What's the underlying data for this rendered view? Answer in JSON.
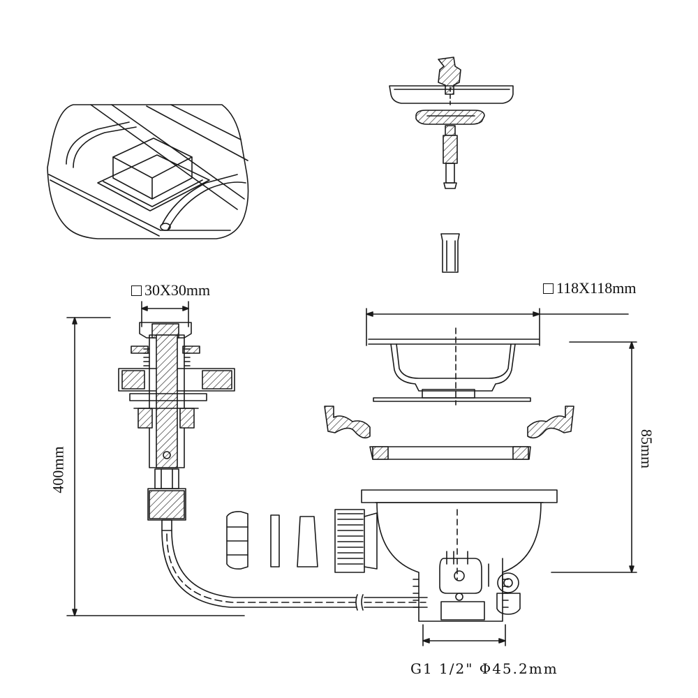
{
  "labels": {
    "knob_size": "30X30mm",
    "strainer_size": "118X118mm",
    "cable_length": "400mm",
    "body_depth": "85mm",
    "thread_spec": "G1 1/2\" Φ45.2mm"
  },
  "colors": {
    "line": "#1a1a1a",
    "background": "#ffffff"
  }
}
